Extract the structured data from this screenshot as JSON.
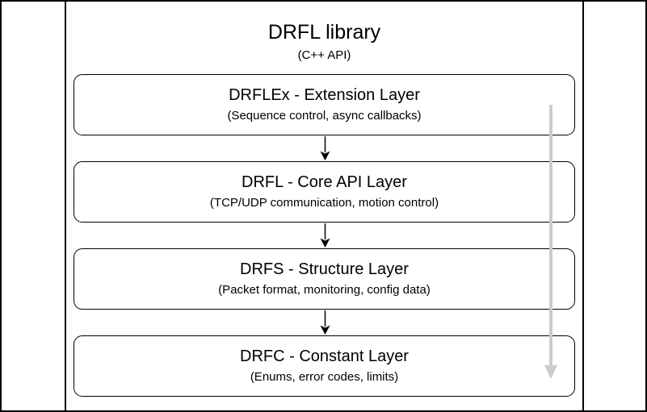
{
  "diagram": {
    "title": "DRFL library",
    "subtitle": "(C++ API)",
    "layers": [
      {
        "name": "DRFLEx - Extension Layer",
        "description": "(Sequence control, async callbacks)"
      },
      {
        "name": "DRFL - Core API Layer",
        "description": "(TCP/UDP communication, motion control)"
      },
      {
        "name": "DRFS - Structure Layer",
        "description": "(Packet format, monitoring, config data)"
      },
      {
        "name": "DRFC - Constant Layer",
        "description": "(Enums, error codes, limits)"
      }
    ],
    "colors": {
      "stroke": "#000000",
      "background": "#ffffff",
      "flow_arrow": "#cccccc"
    }
  }
}
